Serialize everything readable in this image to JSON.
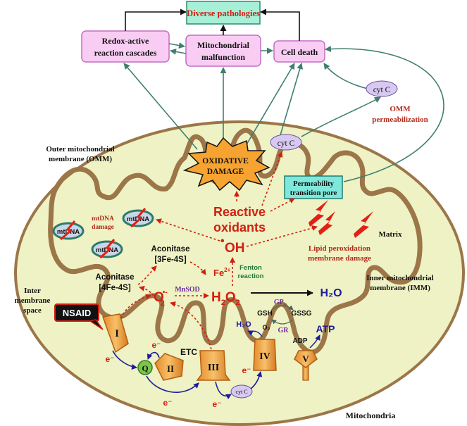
{
  "colors": {
    "cell_fill": "#eef2c4",
    "membrane": "#9c7648",
    "box_pink": "#f9cdf3",
    "box_pink_border": "#c36fc0",
    "box_cyan": "#7fe8dc",
    "teal_arrow": "#3f7f71",
    "red_text": "#d21f11",
    "navy": "#1c1c9c",
    "complex_fill": "#f2a74a",
    "cytc_fill": "#d7c9f1"
  },
  "top": {
    "diverse_pathologies": "Diverse pathologies",
    "redox_cascades": [
      "Redox-active",
      "reaction cascades"
    ],
    "mito_malfunction": [
      "Mitochondrial",
      "malfunction"
    ],
    "cell_death": "Cell death"
  },
  "labels": {
    "cytc_outside": "cyt C",
    "omm_perm": [
      "OMM",
      "permeabilization"
    ],
    "omm": [
      "Outer mitochondrial",
      "membrane (OMM)"
    ],
    "oxidative_damage": [
      "OXIDATIVE",
      "DAMAGE"
    ],
    "cytc_inner": "cyt C",
    "ptp": [
      "Permeability",
      "transition pore"
    ],
    "mtdna": "mtDNA",
    "mtdna_damage": [
      "mtDNA",
      "damage"
    ],
    "reactive_oxidants": [
      "Reactive",
      "oxidants"
    ],
    "oh_dot": "•",
    "oh": "OH",
    "matrix": "Matrix",
    "lipid": [
      "Lipid peroxidation",
      "membrane damage"
    ],
    "aconitase_3fe": [
      "Aconitase",
      "[3Fe-4S]"
    ],
    "aconitase_4fe": [
      "Aconitase",
      "[4Fe-4S]"
    ],
    "fe": "Fe",
    "fe_sup": "2+",
    "fenton": [
      "Fenton",
      "reaction"
    ],
    "o2": "O",
    "o2_sub": "2",
    "o2_sup": "•-",
    "mnsod": "MnSOD",
    "h2o2": [
      "H",
      "2",
      "O",
      "2"
    ],
    "h2o_main": "H₂O",
    "inner_membrane": [
      "Inner mitochondrial",
      "membrane (IMM)"
    ],
    "gpx": "GP",
    "gpx_sub": "X",
    "gsh": "GSH",
    "gssg": "GSSG",
    "gr": "GR",
    "intermembrane": [
      "Inter",
      "membrane",
      "space"
    ],
    "nsaid": "NSAID",
    "complex_i": "I",
    "complex_ii": "II",
    "complex_iii": "III",
    "complex_iv": "IV",
    "complex_v": "V",
    "q": "Q",
    "etc": "ETC",
    "e_minus": "e⁻",
    "cytc_etc": "cyt C",
    "h2o_iv": "H₂O",
    "o2_iv": "O₂",
    "adp": "ADP",
    "atp": "ATP",
    "mitochondria": "Mitochondria"
  }
}
